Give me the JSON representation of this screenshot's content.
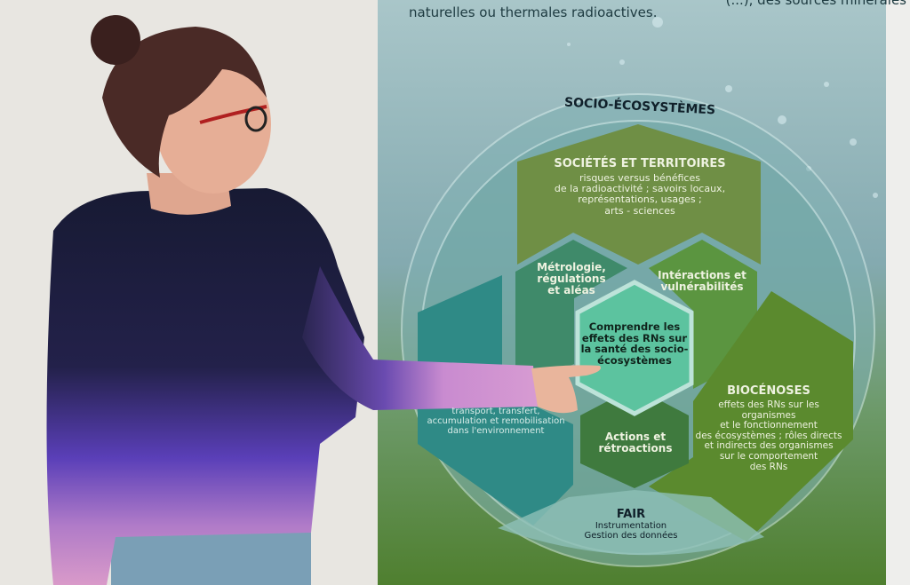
{
  "poster": {
    "intro_text_partial": "(...), des sources minérales",
    "intro_text": "naturelles ou thermales radioactives.",
    "ring_title": "SOCIO-ÉCOSYSTÈMES",
    "societes": {
      "title": "SOCIÉTÉS ET TERRITOIRES",
      "lines": [
        "risques versus bénéfices",
        "de la radioactivité ; savoirs locaux,",
        "représentations, usages ;",
        "arts - sciences"
      ]
    },
    "metrologie": [
      "Métrologie,",
      "régulations",
      "et aléas"
    ],
    "interactions": [
      "Intéractions et",
      "vulnérabilités"
    ],
    "center": [
      "Comprendre les",
      "effets des RNs sur",
      "la santé des socio-",
      "écosystèmes"
    ],
    "actions": [
      "Actions et",
      "rétroactions"
    ],
    "transport": [
      "transport, transfert,",
      "accumulation et remobilisation",
      "dans l'environnement"
    ],
    "biocenoses": {
      "title": "BIOCÉNOSES",
      "lines": [
        "effets des RNs sur les organismes",
        "et le fonctionnement",
        "des écosystèmes ; rôles directs",
        "et indirects des organismes",
        "sur le comportement",
        "des RNs"
      ]
    },
    "fair": {
      "title": "FAIR",
      "lines": [
        "Instrumentation",
        "Gestion des données"
      ]
    }
  },
  "colors": {
    "wall": "#e9e7e2",
    "poster_sky": "#8fb3b8",
    "poster_grass": "#5a8a3a",
    "societes": "#6f8f45",
    "center_hex": "#5fc3a0",
    "teal": "#2f8a86",
    "biocenoses": "#5b8a2e",
    "sweater_dark": "#1c1f3a",
    "sweater_purple": "#5b3fb5",
    "sweater_pink": "#c98bc6"
  }
}
